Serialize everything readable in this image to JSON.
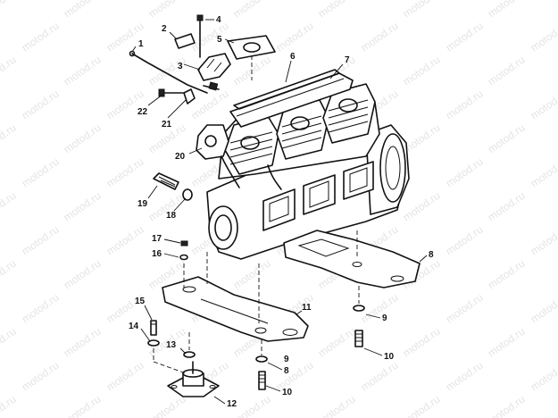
{
  "watermark": "motod.ru",
  "callouts": [
    {
      "id": "1",
      "label": "1"
    },
    {
      "id": "2",
      "label": "2"
    },
    {
      "id": "3",
      "label": "3"
    },
    {
      "id": "4",
      "label": "4"
    },
    {
      "id": "5",
      "label": "5"
    },
    {
      "id": "6",
      "label": "6"
    },
    {
      "id": "7",
      "label": "7"
    },
    {
      "id": "8a",
      "label": "8"
    },
    {
      "id": "8b",
      "label": "8"
    },
    {
      "id": "9a",
      "label": "9"
    },
    {
      "id": "9b",
      "label": "9"
    },
    {
      "id": "10a",
      "label": "10"
    },
    {
      "id": "10b",
      "label": "10"
    },
    {
      "id": "11",
      "label": "11"
    },
    {
      "id": "12",
      "label": "12"
    },
    {
      "id": "13",
      "label": "13"
    },
    {
      "id": "14",
      "label": "14"
    },
    {
      "id": "15",
      "label": "15"
    },
    {
      "id": "16",
      "label": "16"
    },
    {
      "id": "17",
      "label": "17"
    },
    {
      "id": "18",
      "label": "18"
    },
    {
      "id": "19",
      "label": "19"
    },
    {
      "id": "20",
      "label": "20"
    },
    {
      "id": "21",
      "label": "21"
    },
    {
      "id": "22",
      "label": "22"
    }
  ]
}
